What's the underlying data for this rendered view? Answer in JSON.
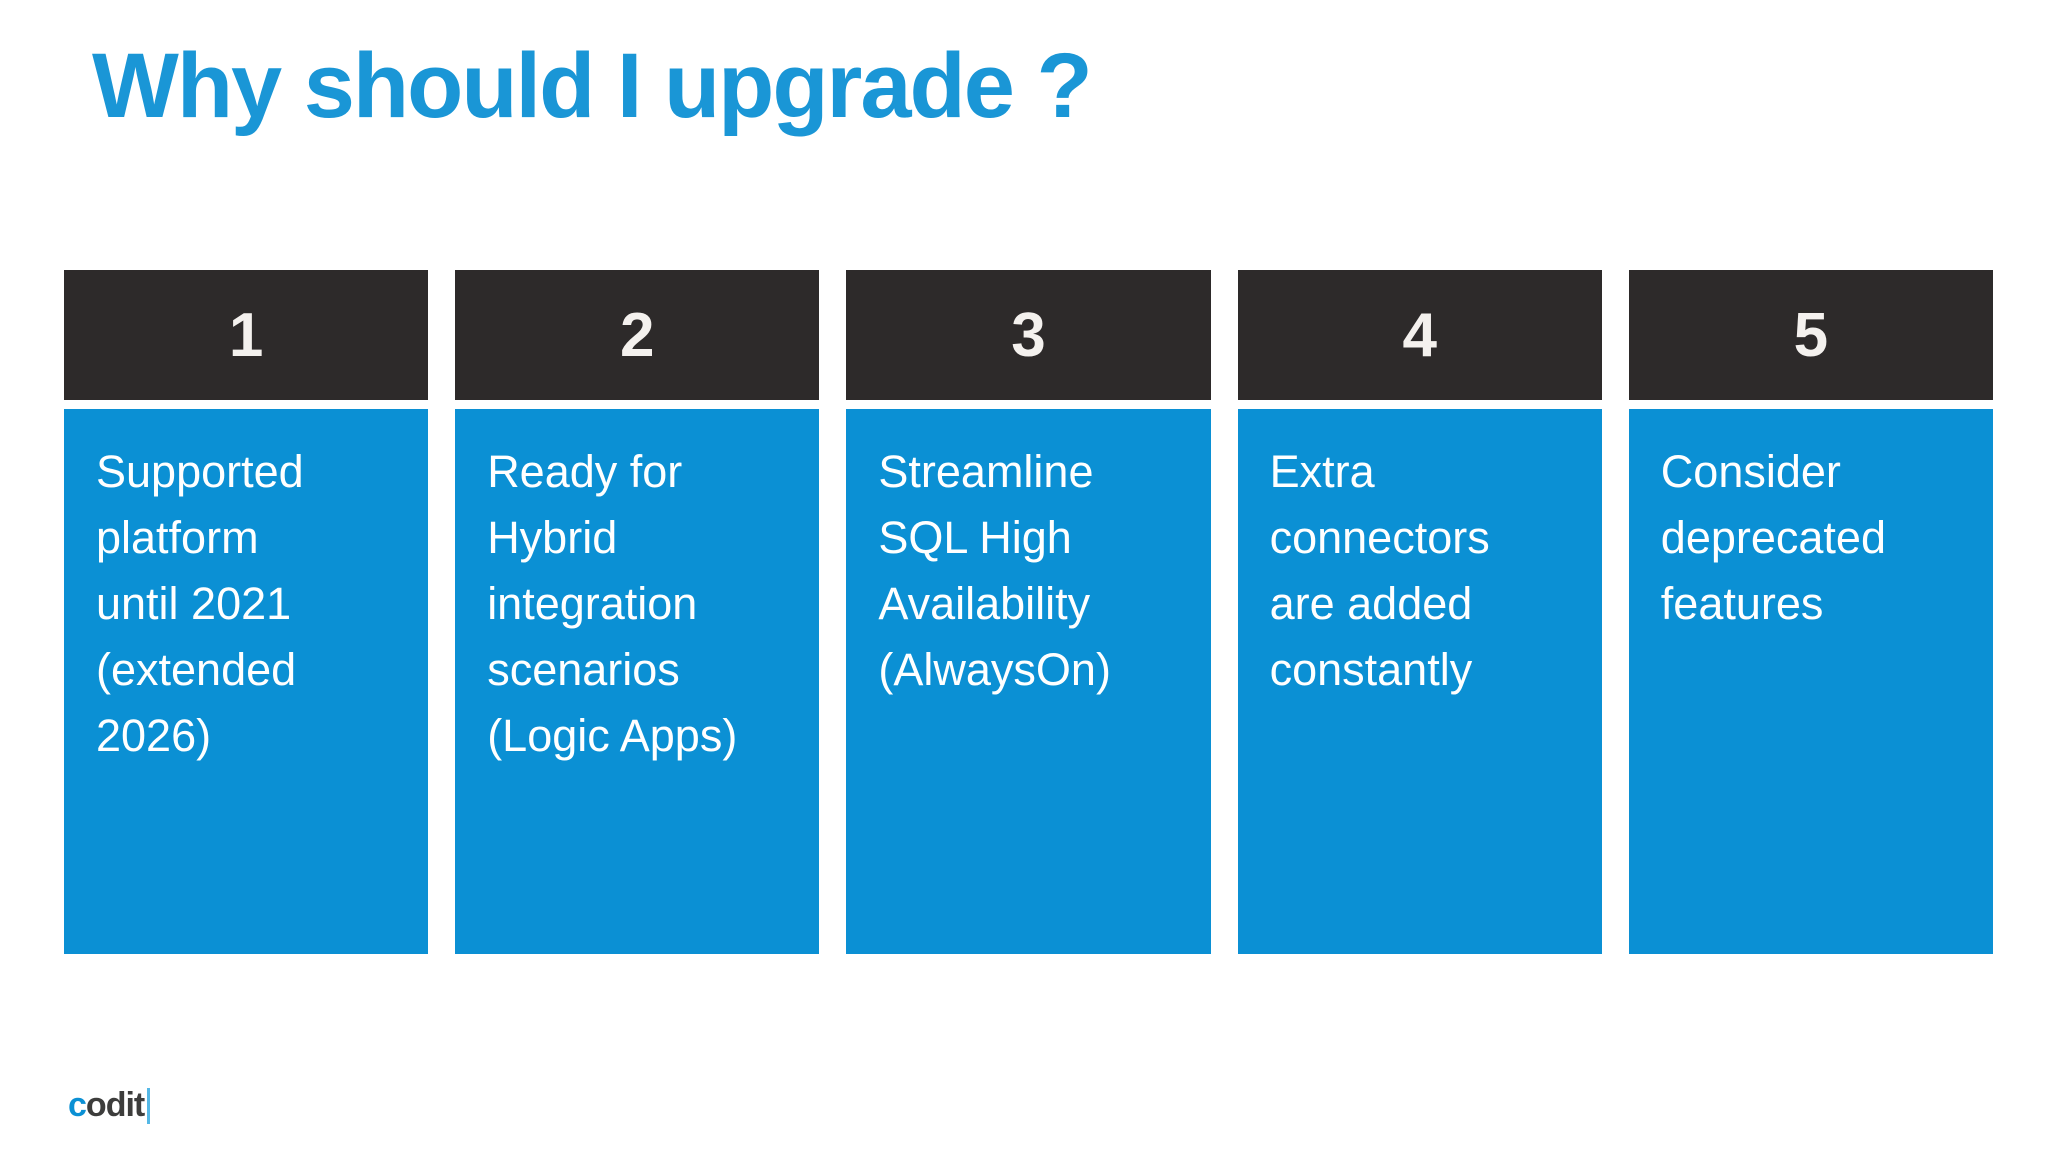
{
  "slide": {
    "title": "Why should I upgrade ?",
    "columns": [
      {
        "number": "1",
        "lines": [
          "Supported",
          "platform",
          "until 2021",
          "(extended",
          "2026)"
        ]
      },
      {
        "number": "2",
        "lines": [
          "Ready for",
          "Hybrid",
          "integration",
          "scenarios",
          "(Logic Apps)"
        ]
      },
      {
        "number": "3",
        "lines": [
          "Streamline",
          "SQL High",
          "Availability",
          "(AlwaysOn)"
        ]
      },
      {
        "number": "4",
        "lines": [
          "Extra",
          "connectors",
          "are added",
          "constantly"
        ]
      },
      {
        "number": "5",
        "lines": [
          "Consider",
          "deprecated",
          "features"
        ]
      }
    ]
  },
  "logo": {
    "prefix": "c",
    "rest": "odit"
  },
  "colors": {
    "accent_blue": "#0b90d4",
    "title_blue": "#1a96d6",
    "header_dark": "#2d2a2a",
    "number_offwhite": "#f4f1ee",
    "body_text_white": "#ffffff",
    "logo_dark": "#3d3d3c",
    "cursor_blue": "#55b8e6",
    "background": "#ffffff"
  }
}
